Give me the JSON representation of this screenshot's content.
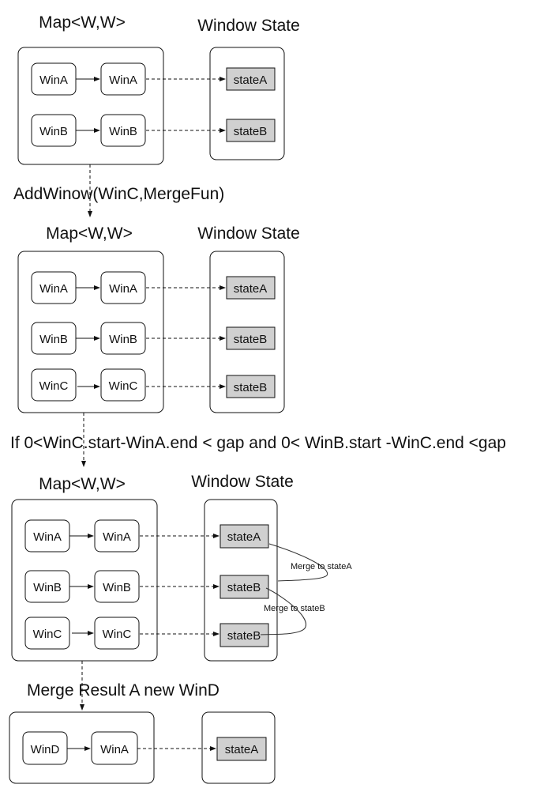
{
  "stages": [
    {
      "map_title": "Map<W,W>",
      "state_title": "Window State",
      "rows": [
        {
          "key": "WinA",
          "value": "WinA",
          "state": "stateA"
        },
        {
          "key": "WinB",
          "value": "WinB",
          "state": "stateB"
        }
      ]
    },
    {
      "map_title": "Map<W,W>",
      "state_title": "Window State",
      "rows": [
        {
          "key": "WinA",
          "value": "WinA",
          "state": "stateA"
        },
        {
          "key": "WinB",
          "value": "WinB",
          "state": "stateB"
        },
        {
          "key": "WinC",
          "value": "WinC",
          "state": "stateB"
        }
      ]
    },
    {
      "map_title": "Map<W,W>",
      "state_title": "Window State",
      "rows": [
        {
          "key": "WinA",
          "value": "WinA",
          "state": "stateA"
        },
        {
          "key": "WinB",
          "value": "WinB",
          "state": "stateB"
        },
        {
          "key": "WinC",
          "value": "WinC",
          "state": "stateB"
        }
      ],
      "merge_labels": [
        "Merge to stateA",
        "Merge to stateB"
      ]
    },
    {
      "rows": [
        {
          "key": "WinD",
          "value": "WinA",
          "state": "stateA"
        }
      ]
    }
  ],
  "transitions": [
    "AddWinow(WinC,MergeFun)",
    "If 0<WinC.start-WinA.end < gap and 0< WinB.start -WinC.end <gap",
    "Merge Result A new WinD"
  ],
  "colors": {
    "state_fill": "#d0d0d0",
    "stroke": "#111111",
    "background": "#ffffff"
  }
}
